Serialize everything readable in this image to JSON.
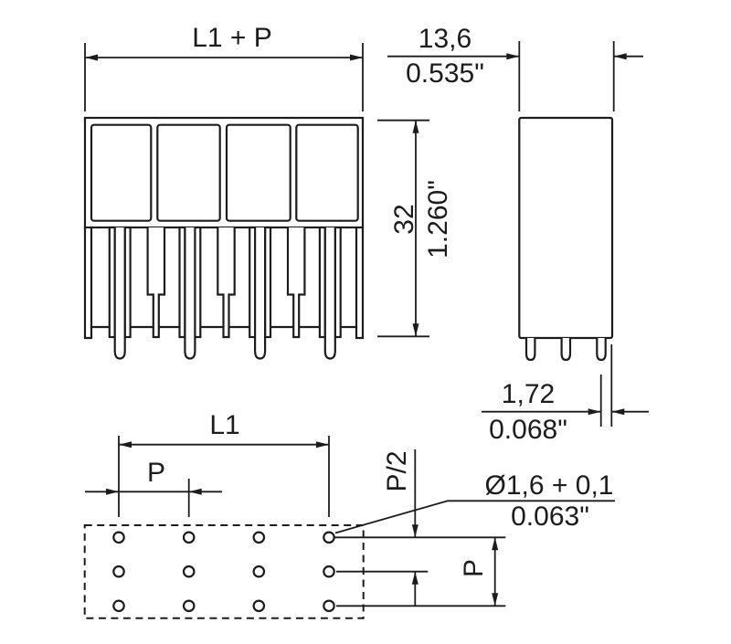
{
  "drawing": {
    "background_color": "#ffffff",
    "line_color": "#1c1c1c"
  },
  "dimensions": {
    "front_width": {
      "label": "L1 + P"
    },
    "side_width": {
      "mm": "13,6",
      "inch": "0.535\""
    },
    "height": {
      "mm": "32",
      "inch": "1.260\""
    },
    "pin_offset": {
      "mm": "1,72",
      "inch": "0.068\""
    },
    "drill_length": {
      "label": "L1"
    },
    "drill_pitch": {
      "label": "P"
    },
    "half_pitch": {
      "label": "P/2"
    },
    "row_pitch": {
      "label": "P"
    },
    "hole_diameter": {
      "mm": "Ø1,6 + 0,1",
      "inch": "0.063\""
    }
  }
}
